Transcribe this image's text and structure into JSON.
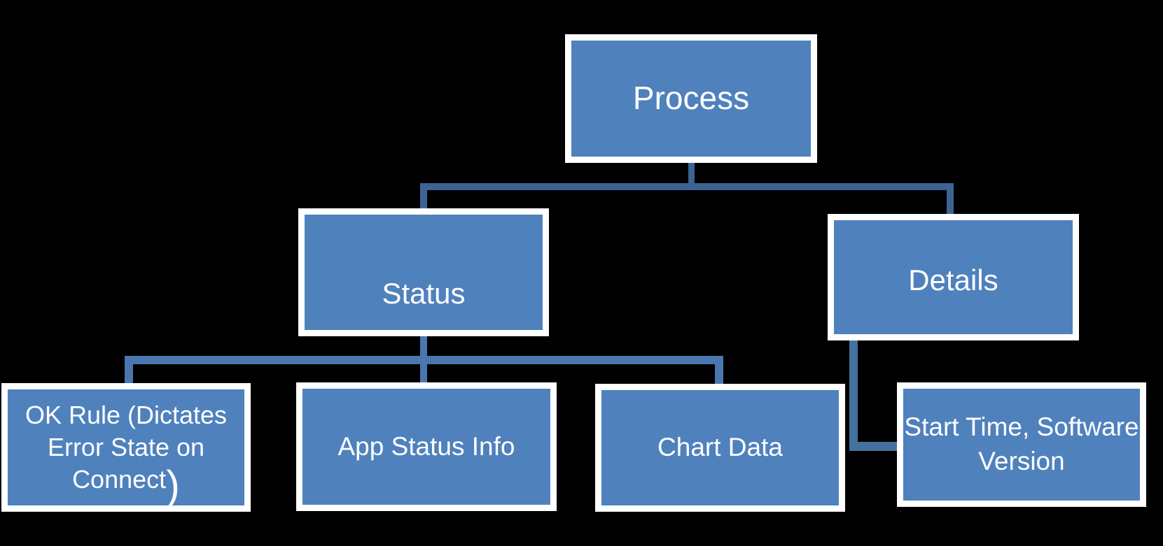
{
  "diagram": {
    "title_hint": "Process hierarchy diagram",
    "background_color": "#000000",
    "colors": {
      "box_fill": "#4F81BD",
      "box_border": "#FFFFFF",
      "text": "#FFFFFF",
      "connector_top_tree": "#3D6392",
      "connector_status_tree": "#4A77AE",
      "connector_details_tree": "#46719F"
    },
    "nodes": {
      "process": {
        "label": "Process"
      },
      "status": {
        "label": "Status"
      },
      "details": {
        "label": "Details"
      },
      "ok_rule": {
        "line1": "OK Rule (Dictates",
        "line2": "Error State on",
        "line3": "Connect",
        "line3_paren": ")"
      },
      "app_status": {
        "label": "App Status Info"
      },
      "chart_data": {
        "label": "Chart Data"
      },
      "start_time": {
        "line1": "Start Time, Software",
        "line2": "Version"
      }
    },
    "edges": [
      {
        "from": "process",
        "to": "status"
      },
      {
        "from": "process",
        "to": "details"
      },
      {
        "from": "status",
        "to": "ok_rule"
      },
      {
        "from": "status",
        "to": "app_status"
      },
      {
        "from": "status",
        "to": "chart_data"
      },
      {
        "from": "details",
        "to": "start_time"
      }
    ]
  }
}
